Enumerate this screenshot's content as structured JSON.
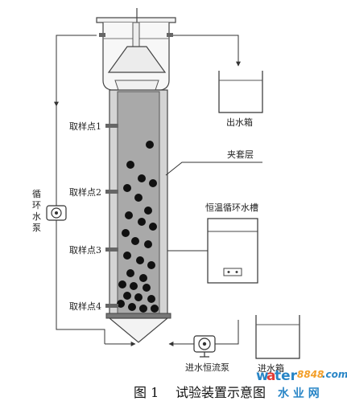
{
  "labels": {
    "sample_points": [
      "取样点1",
      "取样点2",
      "取样点3",
      "取样点4"
    ],
    "outlet_box": "出水箱",
    "jacket": "夹套层",
    "thermostat_tank": "恒温循环水槽",
    "circulation_pump": [
      "循",
      "环",
      "水",
      "泵"
    ],
    "inlet_pump": "进水恒流泵",
    "inlet_box": "进水箱"
  },
  "caption": {
    "figure_no": "图 1",
    "title": "试验装置示意图"
  },
  "watermark": {
    "brand_w": "w",
    "brand_a": "a",
    "brand_rest": "ter",
    "number": "8848",
    "suffix": ".com",
    "subtitle": "水  业  网"
  },
  "colors": {
    "line": "#333333",
    "column_fill": "#a9a9a9",
    "jacket_fill": "#d4d4d4",
    "particle": "#111111",
    "watermark_blue": "#1d7fc4",
    "watermark_red": "#e2312b",
    "watermark_orange": "#f39a1e"
  }
}
